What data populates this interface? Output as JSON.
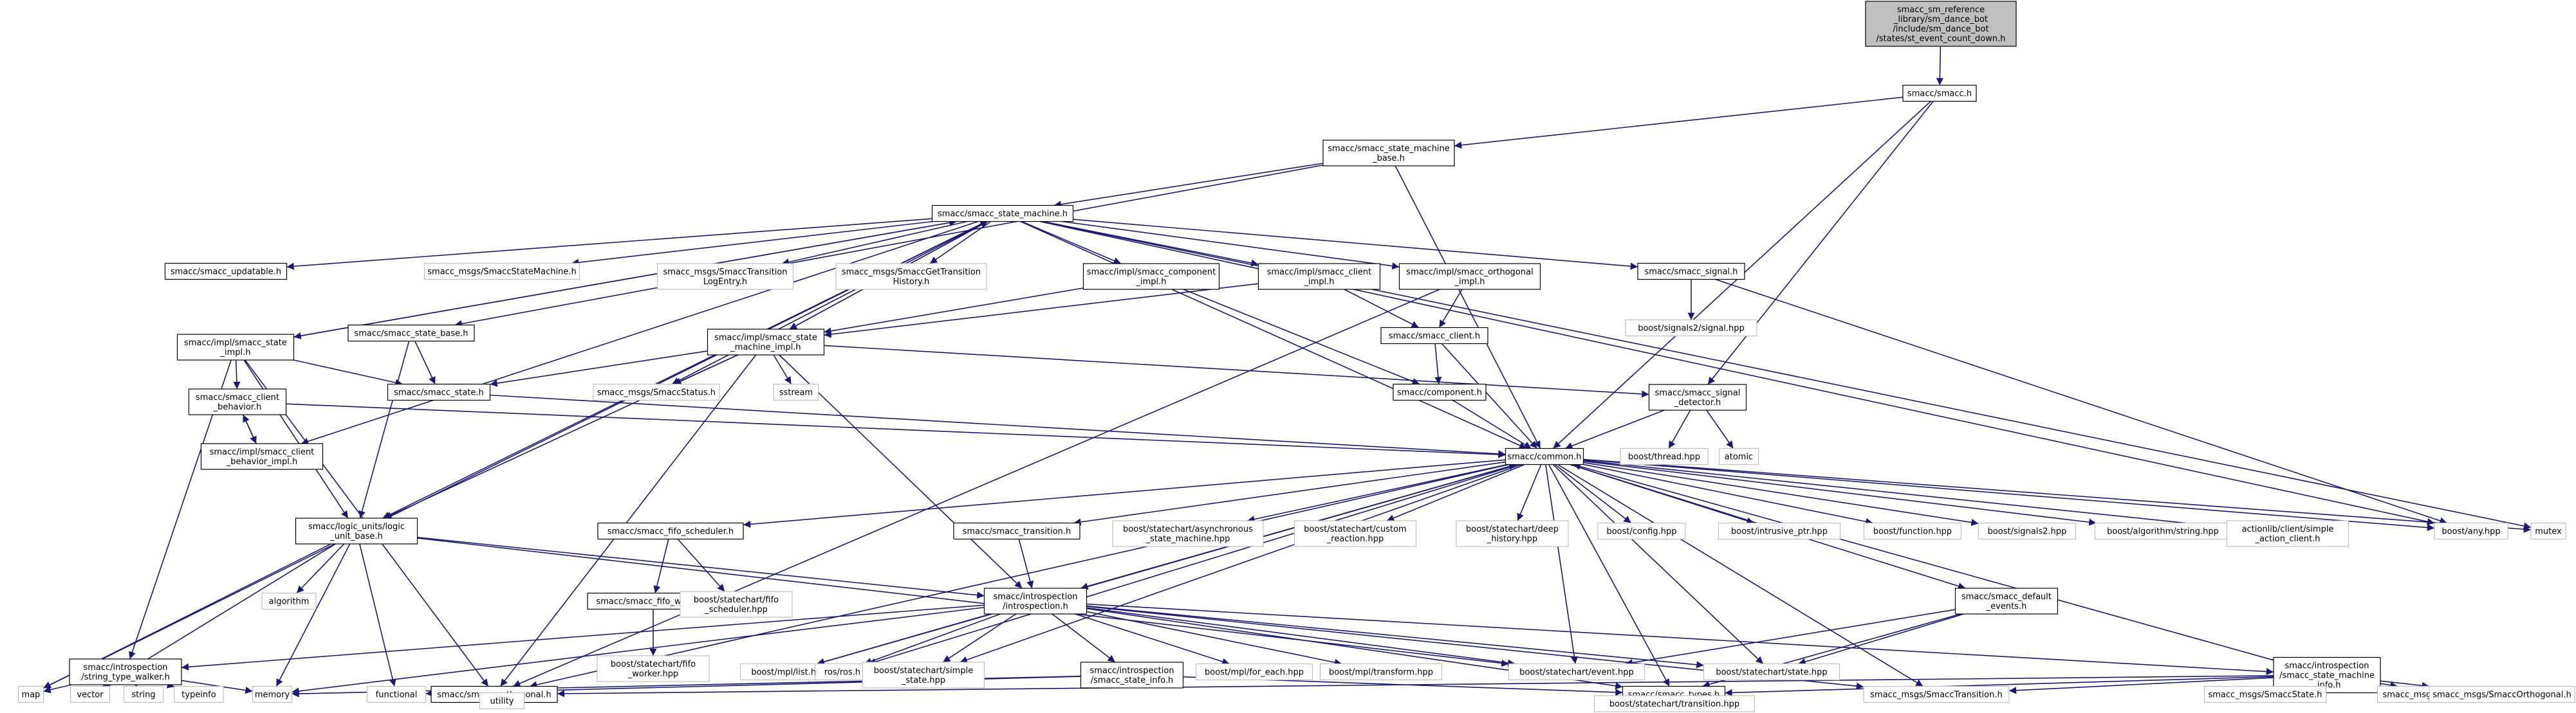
{
  "graph": {
    "nodes": [
      {
        "id": "root",
        "lines": [
          "smacc_sm_reference",
          "_library/sm_dance_bot",
          "/include/sm_dance_bot",
          "/states/st_event_count_down.h"
        ],
        "kind": "root"
      },
      {
        "id": "smacc_h",
        "lines": [
          "smacc/smacc.h"
        ],
        "kind": "local"
      },
      {
        "id": "sm_base",
        "lines": [
          "smacc/smacc_state_machine",
          "_base.h"
        ],
        "kind": "local"
      },
      {
        "id": "sm_h",
        "lines": [
          "smacc/smacc_state_machine.h"
        ],
        "kind": "local"
      },
      {
        "id": "updatable",
        "lines": [
          "smacc/smacc_updatable.h"
        ],
        "kind": "local"
      },
      {
        "id": "msgs_sm",
        "lines": [
          "smacc_msgs/SmaccStateMachine.h"
        ],
        "kind": "ext"
      },
      {
        "id": "msgs_tle",
        "lines": [
          "smacc_msgs/SmaccTransition",
          "LogEntry.h"
        ],
        "kind": "ext"
      },
      {
        "id": "msgs_gth",
        "lines": [
          "smacc_msgs/SmaccGetTransition",
          "History.h"
        ],
        "kind": "ext"
      },
      {
        "id": "comp_impl",
        "lines": [
          "smacc/impl/smacc_component",
          "_impl.h"
        ],
        "kind": "local"
      },
      {
        "id": "client_impl",
        "lines": [
          "smacc/impl/smacc_client",
          "_impl.h"
        ],
        "kind": "local"
      },
      {
        "id": "orth_impl",
        "lines": [
          "smacc/impl/smacc_orthogonal",
          "_impl.h"
        ],
        "kind": "local"
      },
      {
        "id": "signal_h",
        "lines": [
          "smacc/smacc_signal.h"
        ],
        "kind": "local"
      },
      {
        "id": "signals2_signal",
        "lines": [
          "boost/signals2/signal.hpp"
        ],
        "kind": "ext"
      },
      {
        "id": "state_impl",
        "lines": [
          "smacc/impl/smacc_state",
          "_impl.h"
        ],
        "kind": "local"
      },
      {
        "id": "state_base",
        "lines": [
          "smacc/smacc_state_base.h"
        ],
        "kind": "local"
      },
      {
        "id": "smsm_impl",
        "lines": [
          "smacc/impl/smacc_state",
          "_machine_impl.h"
        ],
        "kind": "local"
      },
      {
        "id": "client_h",
        "lines": [
          "smacc/smacc_client.h"
        ],
        "kind": "local"
      },
      {
        "id": "state_h",
        "lines": [
          "smacc/smacc_state.h"
        ],
        "kind": "local"
      },
      {
        "id": "msgs_status",
        "lines": [
          "smacc_msgs/SmaccStatus.h"
        ],
        "kind": "ext"
      },
      {
        "id": "sstream",
        "lines": [
          "sstream"
        ],
        "kind": "ext"
      },
      {
        "id": "component_h",
        "lines": [
          "smacc/component.h"
        ],
        "kind": "local"
      },
      {
        "id": "sig_det",
        "lines": [
          "smacc/smacc_signal",
          "_detector.h"
        ],
        "kind": "local"
      },
      {
        "id": "client_beh",
        "lines": [
          "smacc/smacc_client",
          "_behavior.h"
        ],
        "kind": "local"
      },
      {
        "id": "client_beh_impl",
        "lines": [
          "smacc/impl/smacc_client",
          "_behavior_impl.h"
        ],
        "kind": "local"
      },
      {
        "id": "thread",
        "lines": [
          "boost/thread.hpp"
        ],
        "kind": "ext"
      },
      {
        "id": "atomic",
        "lines": [
          "atomic"
        ],
        "kind": "ext"
      },
      {
        "id": "common_h",
        "lines": [
          "smacc/common.h"
        ],
        "kind": "local"
      },
      {
        "id": "lu_base",
        "lines": [
          "smacc/logic_units/logic",
          "_unit_base.h"
        ],
        "kind": "local"
      },
      {
        "id": "fifo_sched",
        "lines": [
          "smacc/smacc_fifo_scheduler.h"
        ],
        "kind": "local"
      },
      {
        "id": "transition_h",
        "lines": [
          "smacc/smacc_transition.h"
        ],
        "kind": "local"
      },
      {
        "id": "sc_async",
        "lines": [
          "boost/statechart/asynchronous",
          "_state_machine.hpp"
        ],
        "kind": "ext"
      },
      {
        "id": "sc_custom",
        "lines": [
          "boost/statechart/custom",
          "_reaction.hpp"
        ],
        "kind": "ext"
      },
      {
        "id": "sc_deep",
        "lines": [
          "boost/statechart/deep",
          "_history.hpp"
        ],
        "kind": "ext"
      },
      {
        "id": "config",
        "lines": [
          "boost/config.hpp"
        ],
        "kind": "ext"
      },
      {
        "id": "intrusive",
        "lines": [
          "boost/intrusive_ptr.hpp"
        ],
        "kind": "ext"
      },
      {
        "id": "function",
        "lines": [
          "boost/function.hpp"
        ],
        "kind": "ext"
      },
      {
        "id": "signals2",
        "lines": [
          "boost/signals2.hpp"
        ],
        "kind": "ext"
      },
      {
        "id": "algo_string",
        "lines": [
          "boost/algorithm/string.hpp"
        ],
        "kind": "ext"
      },
      {
        "id": "actionlib",
        "lines": [
          "actionlib/client/simple",
          "_action_client.h"
        ],
        "kind": "ext"
      },
      {
        "id": "any",
        "lines": [
          "boost/any.hpp"
        ],
        "kind": "ext"
      },
      {
        "id": "mutex",
        "lines": [
          "mutex"
        ],
        "kind": "ext"
      },
      {
        "id": "fifo_worker",
        "lines": [
          "smacc/smacc_fifo_worker.h"
        ],
        "kind": "local"
      },
      {
        "id": "sc_fifo_sched",
        "lines": [
          "boost/statechart/fifo",
          "_scheduler.hpp"
        ],
        "kind": "ext"
      },
      {
        "id": "algorithm",
        "lines": [
          "algorithm"
        ],
        "kind": "ext"
      },
      {
        "id": "intro_h",
        "lines": [
          "smacc/introspection",
          "/introspection.h"
        ],
        "kind": "local"
      },
      {
        "id": "default_events",
        "lines": [
          "smacc/smacc_default",
          "_events.h"
        ],
        "kind": "local"
      },
      {
        "id": "sc_fifo_worker",
        "lines": [
          "boost/statechart/fifo",
          "_worker.hpp"
        ],
        "kind": "ext"
      },
      {
        "id": "stw",
        "lines": [
          "smacc/introspection",
          "/string_type_walker.h"
        ],
        "kind": "local"
      },
      {
        "id": "mpl_list",
        "lines": [
          "boost/mpl/list.hpp"
        ],
        "kind": "ext"
      },
      {
        "id": "ros",
        "lines": [
          "ros/ros.h"
        ],
        "kind": "ext"
      },
      {
        "id": "sc_simple",
        "lines": [
          "boost/statechart/simple",
          "_state.hpp"
        ],
        "kind": "ext"
      },
      {
        "id": "state_info",
        "lines": [
          "smacc/introspection",
          "/smacc_state_info.h"
        ],
        "kind": "local"
      },
      {
        "id": "mpl_foreach",
        "lines": [
          "boost/mpl/for_each.hpp"
        ],
        "kind": "ext"
      },
      {
        "id": "mpl_transform",
        "lines": [
          "boost/mpl/transform.hpp"
        ],
        "kind": "ext"
      },
      {
        "id": "sc_event",
        "lines": [
          "boost/statechart/event.hpp"
        ],
        "kind": "ext"
      },
      {
        "id": "sc_state",
        "lines": [
          "boost/statechart/state.hpp"
        ],
        "kind": "ext"
      },
      {
        "id": "smi",
        "lines": [
          "smacc/introspection",
          "/smacc_state_machine",
          "_info.h"
        ],
        "kind": "local"
      },
      {
        "id": "map",
        "lines": [
          "map"
        ],
        "kind": "ext"
      },
      {
        "id": "vector",
        "lines": [
          "vector"
        ],
        "kind": "ext"
      },
      {
        "id": "string",
        "lines": [
          "string"
        ],
        "kind": "ext"
      },
      {
        "id": "typeinfo",
        "lines": [
          "typeinfo"
        ],
        "kind": "ext"
      },
      {
        "id": "memory",
        "lines": [
          "memory"
        ],
        "kind": "ext"
      },
      {
        "id": "functional",
        "lines": [
          "functional"
        ],
        "kind": "ext"
      },
      {
        "id": "orthogonal_h",
        "lines": [
          "smacc/smacc_orthogonal.h"
        ],
        "kind": "local"
      },
      {
        "id": "types_h",
        "lines": [
          "smacc/smacc_types.h"
        ],
        "kind": "local"
      },
      {
        "id": "msgs_transition",
        "lines": [
          "smacc_msgs/SmaccTransition.h"
        ],
        "kind": "ext"
      },
      {
        "id": "msgs_state",
        "lines": [
          "smacc_msgs/SmaccState.h"
        ],
        "kind": "ext"
      },
      {
        "id": "msgs_lu",
        "lines": [
          "smacc_msgs/SmaccLogicUnit.h"
        ],
        "kind": "ext"
      },
      {
        "id": "msgs_orth",
        "lines": [
          "smacc_msgs/SmaccOrthogonal.h"
        ],
        "kind": "ext"
      },
      {
        "id": "utility",
        "lines": [
          "utility"
        ],
        "kind": "ext"
      },
      {
        "id": "sc_transition",
        "lines": [
          "boost/statechart/transition.hpp"
        ],
        "kind": "ext"
      }
    ],
    "edges": [
      [
        "root",
        "smacc_h"
      ],
      [
        "smacc_h",
        "sm_base"
      ],
      [
        "smacc_h",
        "common_h"
      ],
      [
        "smacc_h",
        "sig_det"
      ],
      [
        "sm_base",
        "sm_h"
      ],
      [
        "sm_base",
        "common_h"
      ],
      [
        "sm_base",
        "state_base"
      ],
      [
        "sm_h",
        "updatable"
      ],
      [
        "sm_h",
        "msgs_sm"
      ],
      [
        "sm_h",
        "msgs_tle"
      ],
      [
        "sm_h",
        "msgs_gth"
      ],
      [
        "sm_h",
        "comp_impl"
      ],
      [
        "sm_h",
        "client_impl"
      ],
      [
        "sm_h",
        "orth_impl"
      ],
      [
        "sm_h",
        "signal_h"
      ],
      [
        "sm_h",
        "state_impl"
      ],
      [
        "sm_h",
        "smsm_impl"
      ],
      [
        "sm_h",
        "common_h"
      ],
      [
        "sm_h",
        "msgs_status"
      ],
      [
        "sm_h",
        "lu_base"
      ],
      [
        "sm_h",
        "map"
      ],
      [
        "sm_h",
        "any"
      ],
      [
        "sm_h",
        "mutex"
      ],
      [
        "sm_h",
        "client_beh_impl"
      ],
      [
        "comp_impl",
        "smsm_impl"
      ],
      [
        "comp_impl",
        "component_h"
      ],
      [
        "client_impl",
        "smsm_impl"
      ],
      [
        "client_impl",
        "client_h"
      ],
      [
        "orth_impl",
        "client_h"
      ],
      [
        "orth_impl",
        "orthogonal_h"
      ],
      [
        "signal_h",
        "signals2_signal"
      ],
      [
        "signal_h",
        "any"
      ],
      [
        "state_impl",
        "state_h"
      ],
      [
        "state_impl",
        "client_beh"
      ],
      [
        "state_impl",
        "lu_base"
      ],
      [
        "state_impl",
        "stw"
      ],
      [
        "state_impl",
        "orthogonal_h"
      ],
      [
        "state_impl",
        "sm_h"
      ],
      [
        "state_base",
        "state_h"
      ],
      [
        "state_base",
        "lu_base"
      ],
      [
        "smsm_impl",
        "state_h"
      ],
      [
        "smsm_impl",
        "msgs_status"
      ],
      [
        "smsm_impl",
        "sstream"
      ],
      [
        "smsm_impl",
        "sig_det"
      ],
      [
        "smsm_impl",
        "lu_base"
      ],
      [
        "smsm_impl",
        "orthogonal_h"
      ],
      [
        "smsm_impl",
        "intro_h"
      ],
      [
        "smsm_impl",
        "sm_h"
      ],
      [
        "client_h",
        "component_h"
      ],
      [
        "client_h",
        "common_h"
      ],
      [
        "state_h",
        "common_h"
      ],
      [
        "component_h",
        "common_h"
      ],
      [
        "sig_det",
        "common_h"
      ],
      [
        "sig_det",
        "thread"
      ],
      [
        "sig_det",
        "atomic"
      ],
      [
        "client_beh",
        "client_beh_impl"
      ],
      [
        "client_beh",
        "common_h"
      ],
      [
        "client_beh_impl",
        "client_beh"
      ],
      [
        "common_h",
        "fifo_sched"
      ],
      [
        "common_h",
        "transition_h"
      ],
      [
        "common_h",
        "sc_async"
      ],
      [
        "common_h",
        "sc_custom"
      ],
      [
        "common_h",
        "sc_deep"
      ],
      [
        "common_h",
        "config"
      ],
      [
        "common_h",
        "intrusive"
      ],
      [
        "common_h",
        "function"
      ],
      [
        "common_h",
        "signals2"
      ],
      [
        "common_h",
        "algo_string"
      ],
      [
        "common_h",
        "actionlib"
      ],
      [
        "common_h",
        "any"
      ],
      [
        "common_h",
        "mutex"
      ],
      [
        "common_h",
        "default_events"
      ],
      [
        "common_h",
        "intro_h"
      ],
      [
        "common_h",
        "sc_event"
      ],
      [
        "common_h",
        "sc_state"
      ],
      [
        "common_h",
        "sc_simple"
      ],
      [
        "common_h",
        "ros"
      ],
      [
        "common_h",
        "mpl_list"
      ],
      [
        "common_h",
        "types_h"
      ],
      [
        "common_h",
        "orthogonal_h"
      ],
      [
        "common_h",
        "msgs_transition"
      ],
      [
        "fifo_sched",
        "fifo_worker"
      ],
      [
        "fifo_sched",
        "sc_fifo_sched"
      ],
      [
        "transition_h",
        "intro_h"
      ],
      [
        "fifo_worker",
        "sc_fifo_worker"
      ],
      [
        "lu_base",
        "algorithm"
      ],
      [
        "lu_base",
        "map"
      ],
      [
        "lu_base",
        "vector"
      ],
      [
        "lu_base",
        "memory"
      ],
      [
        "lu_base",
        "functional"
      ],
      [
        "lu_base",
        "intro_h"
      ],
      [
        "lu_base",
        "sc_event"
      ],
      [
        "intro_h",
        "stw"
      ],
      [
        "intro_h",
        "mpl_list"
      ],
      [
        "intro_h",
        "ros"
      ],
      [
        "intro_h",
        "sc_simple"
      ],
      [
        "intro_h",
        "state_info"
      ],
      [
        "intro_h",
        "mpl_foreach"
      ],
      [
        "intro_h",
        "mpl_transform"
      ],
      [
        "intro_h",
        "sc_event"
      ],
      [
        "intro_h",
        "sc_state"
      ],
      [
        "intro_h",
        "smi"
      ],
      [
        "intro_h",
        "types_h"
      ],
      [
        "intro_h",
        "msgs_transition"
      ],
      [
        "intro_h",
        "memory"
      ],
      [
        "intro_h",
        "common_h"
      ],
      [
        "default_events",
        "sc_event"
      ],
      [
        "default_events",
        "sc_state"
      ],
      [
        "default_events",
        "types_h"
      ],
      [
        "stw",
        "map"
      ],
      [
        "stw",
        "vector"
      ],
      [
        "stw",
        "string"
      ],
      [
        "stw",
        "typeinfo"
      ],
      [
        "stw",
        "memory"
      ],
      [
        "state_info",
        "memory"
      ],
      [
        "state_info",
        "functional"
      ],
      [
        "state_info",
        "types_h"
      ],
      [
        "smi",
        "types_h"
      ],
      [
        "smi",
        "msgs_transition"
      ],
      [
        "smi",
        "msgs_state"
      ],
      [
        "smi",
        "msgs_lu"
      ],
      [
        "smi",
        "msgs_orth"
      ],
      [
        "smi",
        "orthogonal_h"
      ],
      [
        "smi",
        "common_h"
      ],
      [
        "orthogonal_h",
        "utility"
      ],
      [
        "types_h",
        "sc_transition"
      ]
    ]
  }
}
